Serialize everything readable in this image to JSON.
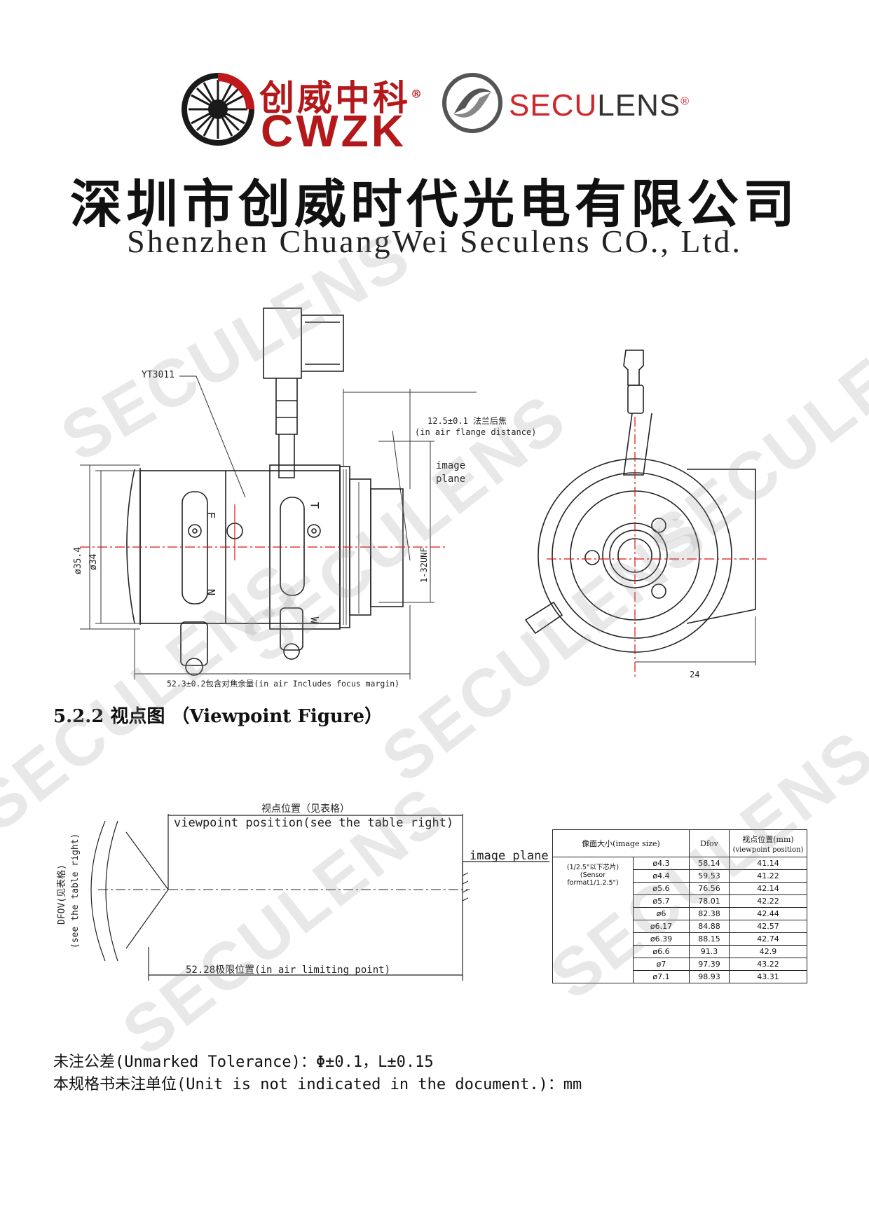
{
  "header": {
    "brand_cn": "创威中科",
    "brand_en": "CWZK",
    "reg_mark": "®",
    "partner_brand_prefix": "SECU",
    "partner_brand_suffix": "LENS",
    "company_cn": "深圳市创威时代光电有限公司",
    "company_en": "Shenzhen ChuangWei Seculens CO., Ltd."
  },
  "lens_drawing": {
    "model_label": "YT3011",
    "flange_cn": "12.5±0.1 法兰后焦",
    "flange_en": "(in air flange distance)",
    "image_plane_1": "image",
    "image_plane_2": "plane",
    "dia_outer": "ø35.4",
    "dia_inner": "ø34",
    "thread": "1-32UNF",
    "length": "52.3±0.2包含对焦余量(in air Includes focus margin)",
    "f_mark": "F",
    "n_mark": "N",
    "t_mark": "T",
    "w_mark": "W",
    "side_dim": "24"
  },
  "section_title": "5.2.2 视点图 （Viewpoint Figure）",
  "viewpoint_drawing": {
    "position_cn": "视点位置（见表格）",
    "position_en": "viewpoint position(see the table right)",
    "image_plane": "image plane",
    "dfov_cn": "DFOV(见表格)",
    "dfov_en": "(see the table right)",
    "limit": "52.28极限位置(in air limiting point)"
  },
  "viewpoint_table": {
    "head_size": "像面大小(image size)",
    "head_dfov": "Dfov",
    "head_pos_cn": "视点位置(mm)",
    "head_pos_en": "(viewpoint position)",
    "format_cn": "(1/2.5\"以下芯片)",
    "format_en": "(Sensor format1/1.2.5\")",
    "rows": [
      {
        "size": "ø4.3",
        "dfov": "58.14",
        "pos": "41.14"
      },
      {
        "size": "ø4.4",
        "dfov": "59.53",
        "pos": "41.22"
      },
      {
        "size": "ø5.6",
        "dfov": "76.56",
        "pos": "42.14"
      },
      {
        "size": "ø5.7",
        "dfov": "78.01",
        "pos": "42.22"
      },
      {
        "size": "ø6",
        "dfov": "82.38",
        "pos": "42.44"
      },
      {
        "size": "ø6.17",
        "dfov": "84.88",
        "pos": "42.57"
      },
      {
        "size": "ø6.39",
        "dfov": "88.15",
        "pos": "42.74"
      },
      {
        "size": "ø6.6",
        "dfov": "91.3",
        "pos": "42.9"
      },
      {
        "size": "ø7",
        "dfov": "97.39",
        "pos": "43.22"
      },
      {
        "size": "ø7.1",
        "dfov": "98.93",
        "pos": "43.31"
      }
    ]
  },
  "notes": {
    "tolerance": "未注公差(Unmarked Tolerance)：Φ±0.1，L±0.15",
    "unit": "本规格书未注单位(Unit is not indicated in the document.)：mm"
  },
  "watermark": "SECULENS",
  "colors": {
    "brand_red": "#b3181b",
    "centerline": "#e01010"
  }
}
